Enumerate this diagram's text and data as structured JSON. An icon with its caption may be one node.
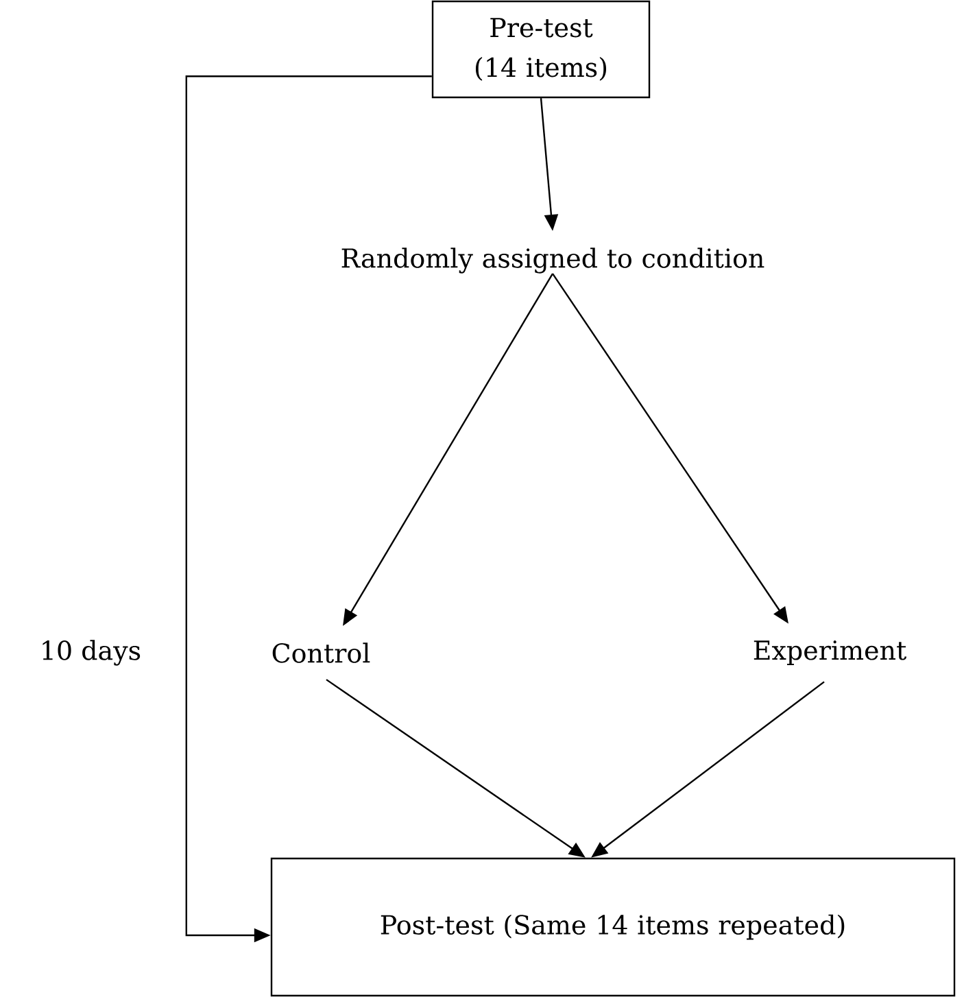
{
  "diagram": {
    "nodes": [
      {
        "text": [
          "Pre-test (14 items)"
        ]
      },
      {
        "text": [
          "Randomly assigned to condition"
        ]
      },
      {
        "text": [
          "Control"
        ]
      },
      {
        "text": [
          "Experiment"
        ]
      },
      {
        "text": [
          "Post-test (Same 14 items repeated)"
        ]
      }
    ],
    "edges": [
      {
        "from": 0,
        "to": 1,
        "arrow": "to"
      },
      {
        "from": 1,
        "to": 2,
        "arrow": "to"
      },
      {
        "from": 1,
        "to": 3,
        "arrow": "to"
      },
      {
        "from": 2,
        "to": 4,
        "arrow": "to"
      },
      {
        "from": 3,
        "to": 4,
        "arrow": "to"
      },
      {
        "from": 0,
        "to": 4,
        "arrow": "to",
        "label": "10 days"
      }
    ]
  }
}
